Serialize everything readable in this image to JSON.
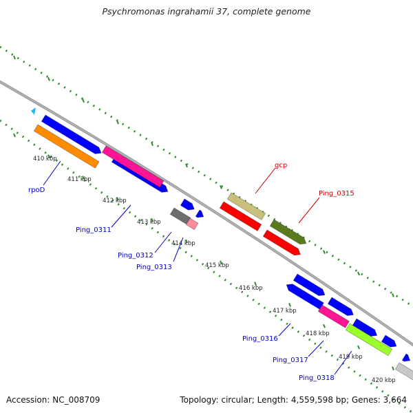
{
  "title": "Psychromonas ingrahamii 37, complete genome",
  "footer": {
    "accession": "Accession: NC_008709",
    "topology": "Topology: circular; Length: 4,559,598 bp; Genes: 3,664"
  },
  "colors": {
    "backbone": "#8a8a8a",
    "tick_dots": "#2e8b2e",
    "blue_gene": "#0000ff",
    "orange_gene": "#ff8c00",
    "magenta_gene": "#ff1493",
    "gray_gene": "#6e6e6e",
    "pink_gene": "#ff8c9a",
    "khaki_gene": "#c8c07a",
    "red_gene": "#ff0000",
    "olive_gene": "#5a7a1e",
    "lime_gene": "#9aff2a",
    "silver_gene": "#c8c8c8",
    "highlight_marker": "#29b6f6",
    "forward_labels": "#cc0000",
    "reverse_labels": "#0000cc",
    "kbp_labels": "#222222"
  },
  "kbp_ticks": [
    "410 kbp",
    "411 kbp",
    "412 kbp",
    "413 kbp",
    "414 kbp",
    "415 kbp",
    "416 kbp",
    "417 kbp",
    "418 kbp",
    "419 kbp",
    "420 kbp"
  ],
  "gene_labels": [
    {
      "text": "rpoD",
      "color_key": "reverse_labels"
    },
    {
      "text": "Ping_0311",
      "color_key": "reverse_labels"
    },
    {
      "text": "Ping_0312",
      "color_key": "reverse_labels"
    },
    {
      "text": "Ping_0313",
      "color_key": "reverse_labels"
    },
    {
      "text": "gcp",
      "color_key": "forward_labels"
    },
    {
      "text": "Ping_0315",
      "color_key": "forward_labels"
    },
    {
      "text": "Ping_0316",
      "color_key": "reverse_labels"
    },
    {
      "text": "Ping_0317",
      "color_key": "reverse_labels"
    },
    {
      "text": "Ping_0318",
      "color_key": "reverse_labels"
    }
  ],
  "genes": [
    {
      "color_key": "blue_gene",
      "shape": "arrow-fwd"
    },
    {
      "color_key": "blue_gene",
      "shape": "arrow-fwd"
    },
    {
      "color_key": "blue_gene",
      "shape": "arrow-fwd"
    },
    {
      "color_key": "blue_gene",
      "shape": "arrow-fwd"
    },
    {
      "color_key": "khaki_gene",
      "shape": "box"
    },
    {
      "color_key": "olive_gene",
      "shape": "arrow-fwd"
    },
    {
      "color_key": "blue_gene",
      "shape": "arrow-fwd"
    },
    {
      "color_key": "blue_gene",
      "shape": "arrow-fwd"
    },
    {
      "color_key": "blue_gene",
      "shape": "arrow-fwd"
    },
    {
      "color_key": "blue_gene",
      "shape": "arrow-fwd"
    },
    {
      "color_key": "blue_gene",
      "shape": "arrow-fwd"
    },
    {
      "color_key": "orange_gene",
      "shape": "box"
    },
    {
      "color_key": "magenta_gene",
      "shape": "box"
    },
    {
      "color_key": "gray_gene",
      "shape": "box"
    },
    {
      "color_key": "pink_gene",
      "shape": "box"
    },
    {
      "color_key": "red_gene",
      "shape": "box"
    },
    {
      "color_key": "red_gene",
      "shape": "arrow-fwd"
    },
    {
      "color_key": "blue_gene",
      "shape": "arrow-rev"
    },
    {
      "color_key": "magenta_gene",
      "shape": "box"
    },
    {
      "color_key": "lime_gene",
      "shape": "box"
    },
    {
      "color_key": "silver_gene",
      "shape": "box"
    }
  ]
}
